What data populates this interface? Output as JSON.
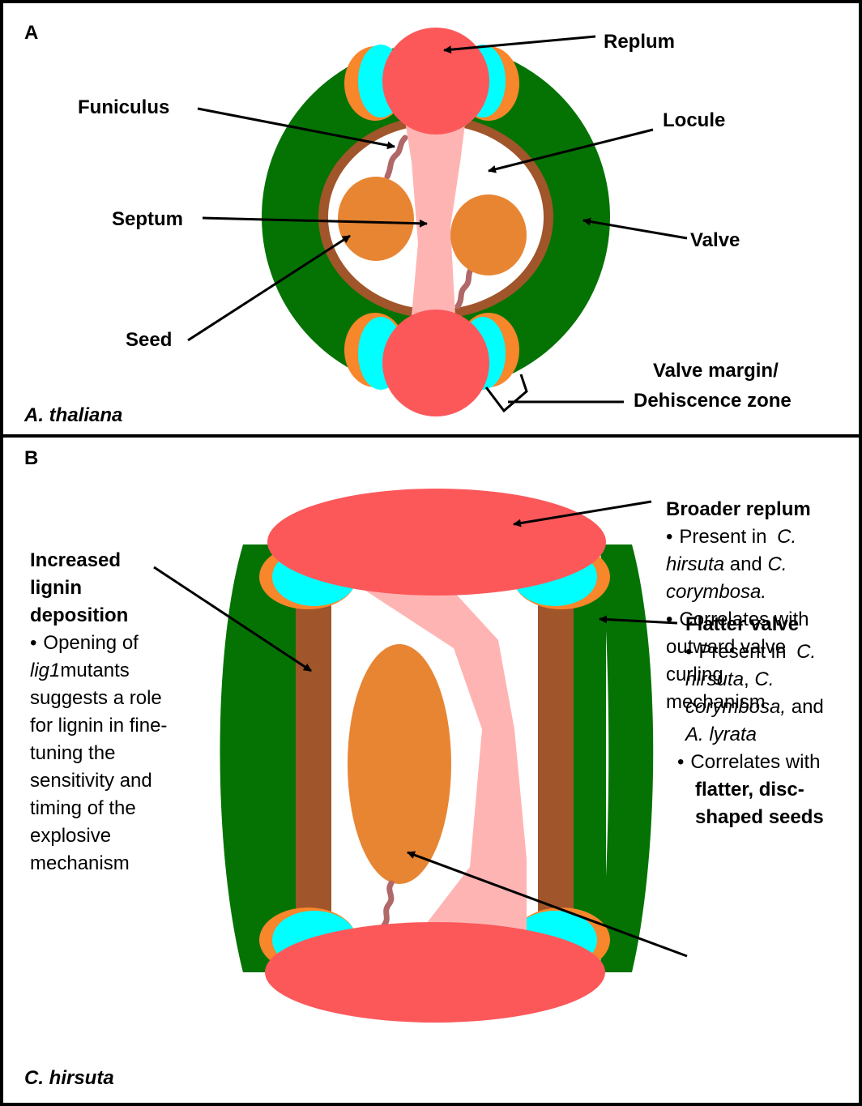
{
  "panel_a": {
    "letter": "A",
    "species": "A. thaliana",
    "labels": {
      "replum": "Replum",
      "funiculus": "Funiculus",
      "locule": "Locule",
      "septum": "Septum",
      "valve": "Valve",
      "seed": "Seed",
      "valve_margin_1": "Valve margin/",
      "valve_margin_2": "Dehiscence zone"
    }
  },
  "panel_b": {
    "letter": "B",
    "species": "C. hirsuta",
    "lignin": {
      "title_1": "Increased",
      "title_2": "lignin",
      "title_3": "deposition",
      "bullet": "•",
      "l1": "Opening of",
      "l2_gene": "lig1",
      "l2_rest": "mutants",
      "l3": "suggests a role",
      "l4": "for lignin in fine-",
      "l5": "tuning the",
      "l6": "sensitivity and",
      "l7": "timing of the",
      "l8": "explosive",
      "l9": "mechanism"
    },
    "replum": {
      "title": "Broader replum",
      "bullet": "•",
      "l1": "Present in ",
      "l1_sp": "C.",
      "l2_sp": "hirsuta",
      "l2_rest": " and ",
      "l2_sp2": "C.",
      "l3_sp": "corymbosa.",
      "l4": "Correlates with",
      "l5": "outward valve",
      "l6": "curling",
      "l7": "mechanism"
    },
    "valve": {
      "title": "Flatter valve",
      "bullet": "•",
      "l1": "Present in ",
      "l1_sp": "C.",
      "l2_sp": "hirsuta",
      "l2_rest": ", ",
      "l2_sp2": "C.",
      "l3_sp": "corymbosa,",
      "l3_rest": " and",
      "l4_sp": "A. lyrata",
      "l5": "Correlates with",
      "l6": "flatter, disc-",
      "l7": "shaped seeds"
    }
  },
  "colors": {
    "valve": "#047304",
    "replum": "#fc585a",
    "septum": "#ffb4b4",
    "seed": "#e88532",
    "wall": "#a0552a",
    "margin_cyan": "#00ffff",
    "margin_orange": "#f8862a",
    "funiculus": "#b06868"
  }
}
